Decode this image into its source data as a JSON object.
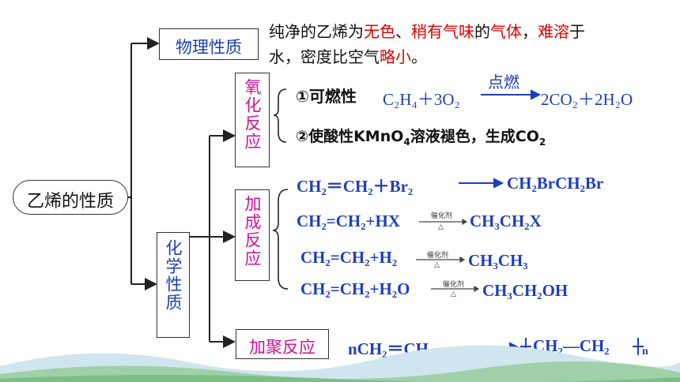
{
  "root": {
    "label": "乙烯的性质"
  },
  "physical": {
    "label": "物理性质",
    "desc_1": "纯净的乙烯为",
    "desc_2": "无色",
    "desc_3": "、",
    "desc_4": "稍有气味",
    "desc_5": "的",
    "desc_6": "气体",
    "desc_7": "，",
    "desc_8": "难溶",
    "desc_9": "于",
    "desc_10": "水，密度比空气",
    "desc_11": "略小",
    "desc_12": "。"
  },
  "chemical": {
    "label": "化学性质"
  },
  "oxidation": {
    "label": "氧化反应",
    "item1": "①可燃性",
    "eq1_left": "C₂H₄＋3O₂",
    "eq1_condition": "点燃",
    "eq1_right": "2CO₂＋2H₂O",
    "item2_a": "②使酸性KMnO",
    "item2_sub": "4",
    "item2_b": "溶液褪色，生成CO",
    "item2_sub2": "2"
  },
  "addition": {
    "label": "加成反应",
    "eq1_left": "CH₂＝CH₂＋Br₂",
    "eq1_right": "CH₂BrCH₂Br",
    "eq2_left": "CH₂=CH₂+HX",
    "eq2_right": "CH₃CH₂X",
    "eq3_left": "CH₂=CH₂+H₂",
    "eq3_right": "CH₃CH₃",
    "eq4_left": "CH₂=CH₂+H₂O",
    "eq4_right": "CH₃CH₂OH",
    "catalyst": "催化剂",
    "heat": "△"
  },
  "polymerization": {
    "label": "加聚反应",
    "eq_left": "nCH₂＝CH₂",
    "eq_right": "CH₂—CH₂",
    "eq_n": "n"
  },
  "colors": {
    "blue": "#1a3fb0",
    "red": "#e00000",
    "magenta": "#d0109a"
  }
}
